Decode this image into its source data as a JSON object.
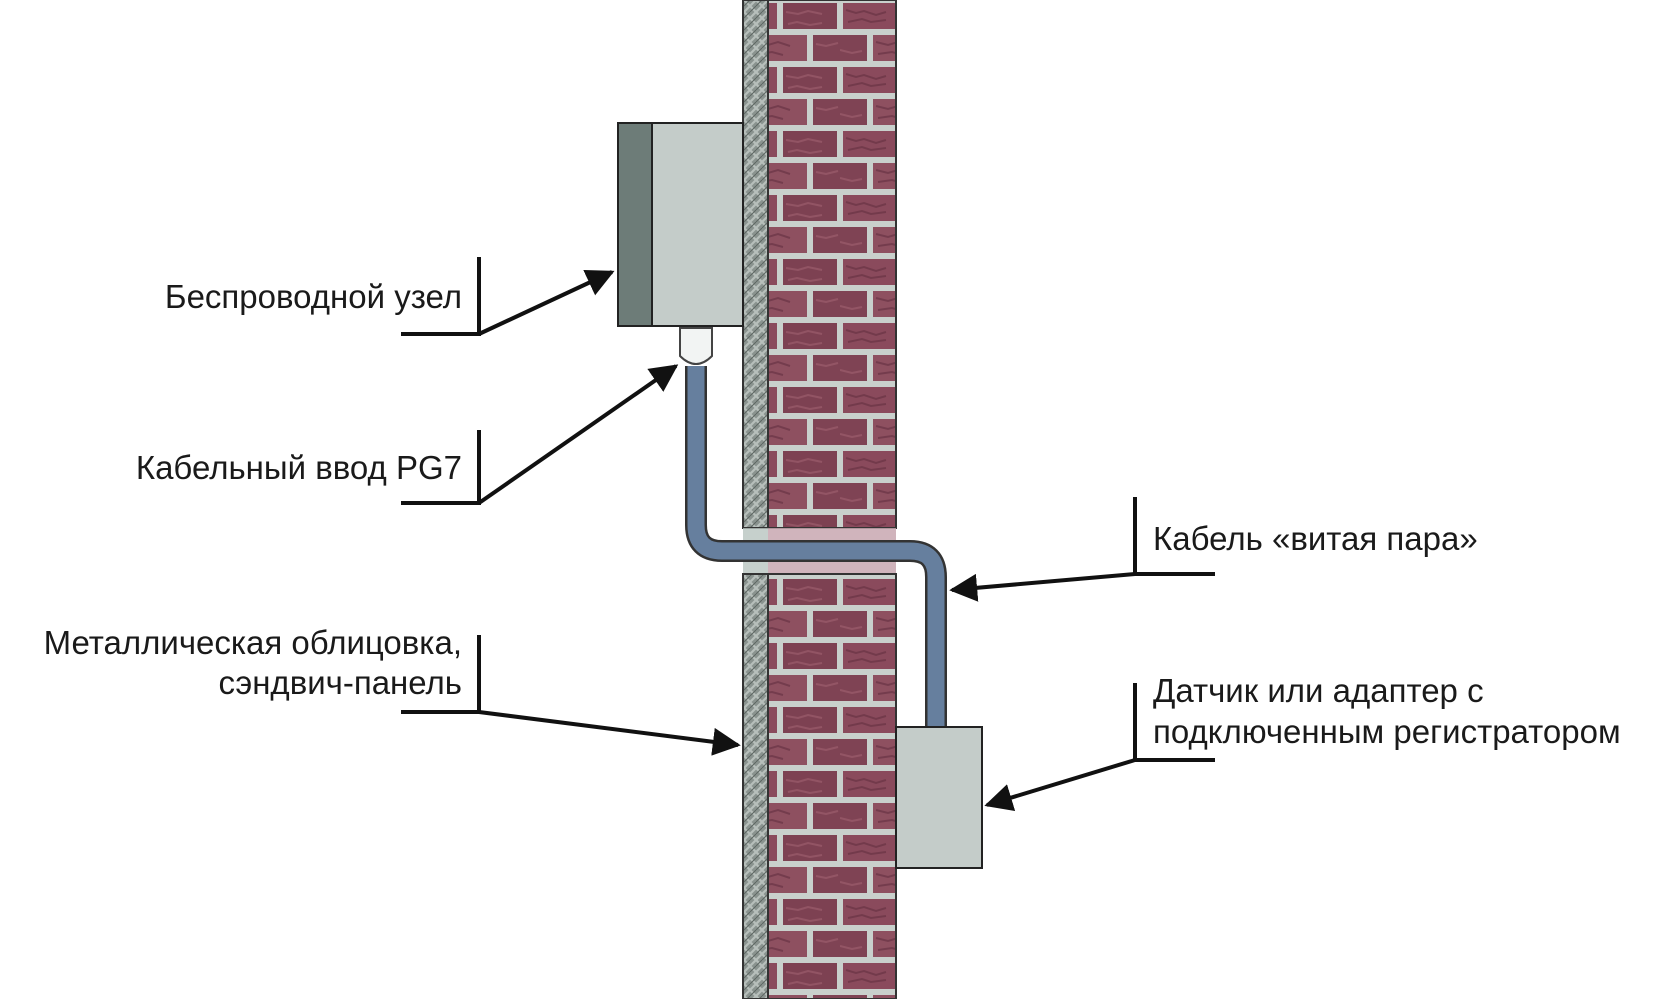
{
  "labels": {
    "wireless_node": "Беспроводной узел",
    "cable_gland": "Кабельный ввод PG7",
    "metal_cladding_line1": "Металлическая облицовка,",
    "metal_cladding_line2": "сэндвич-панель",
    "twisted_pair": "Кабель «витая пара»",
    "sensor_line1": "Датчик или адаптер с",
    "sensor_line2": "подключенным регистратором"
  },
  "colors": {
    "brick": "#8a4a5c",
    "brick_dark": "#6e3546",
    "mortar": "#c9d0cc",
    "cladding": "#7f8a86",
    "box_face": "#c4ccc9",
    "box_side": "#6d7c78",
    "cable": "#667f9e",
    "leader": "#111111"
  }
}
